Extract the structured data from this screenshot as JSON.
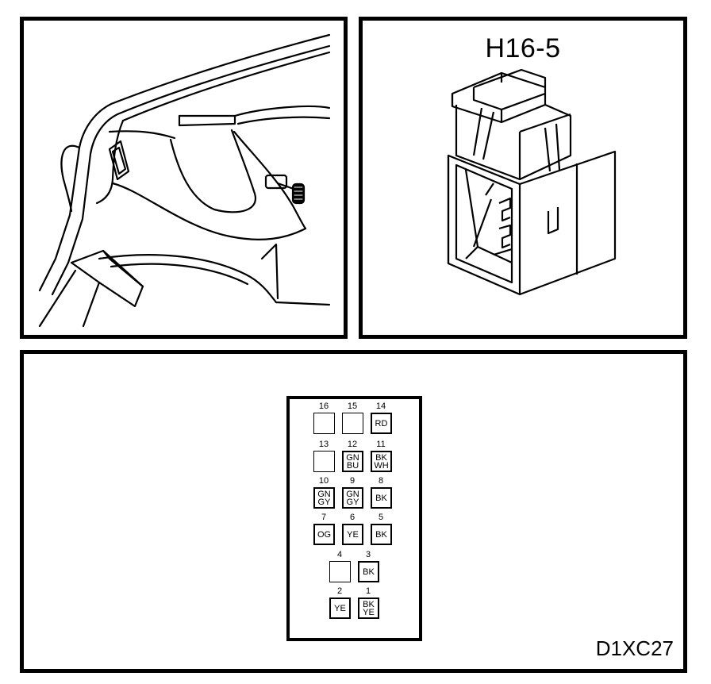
{
  "connector": {
    "name": "H16-5"
  },
  "diagram_code": "D1XC27",
  "pins": [
    {
      "number": "16",
      "wire_color": ""
    },
    {
      "number": "15",
      "wire_color": ""
    },
    {
      "number": "14",
      "wire_color": "RD"
    },
    {
      "number": "13",
      "wire_color": ""
    },
    {
      "number": "12",
      "wire_color": "GN\nBU"
    },
    {
      "number": "11",
      "wire_color": "BK\nWH"
    },
    {
      "number": "10",
      "wire_color": "GN\nGY"
    },
    {
      "number": "9",
      "wire_color": "GN\nGY"
    },
    {
      "number": "8",
      "wire_color": "BK"
    },
    {
      "number": "7",
      "wire_color": "OG"
    },
    {
      "number": "6",
      "wire_color": "YE"
    },
    {
      "number": "5",
      "wire_color": "BK"
    },
    {
      "number": "4",
      "wire_color": ""
    },
    {
      "number": "3",
      "wire_color": "BK"
    },
    {
      "number": "2",
      "wire_color": "YE"
    },
    {
      "number": "1",
      "wire_color": "BK\nYE"
    }
  ]
}
